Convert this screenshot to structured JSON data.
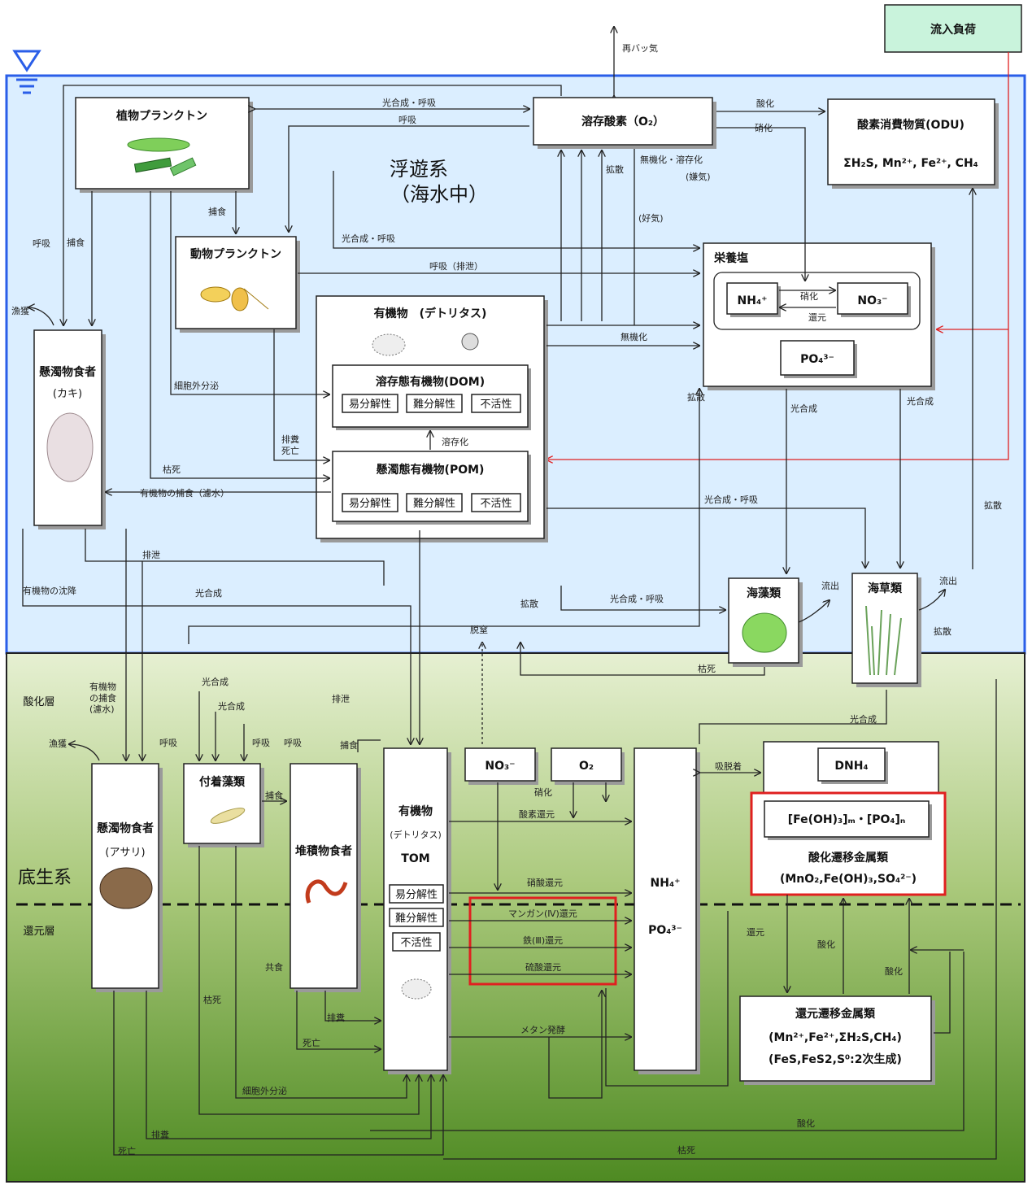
{
  "colors": {
    "water": "#dbeeff",
    "sediment_top": "#e6f0d2",
    "sediment_bottom": "#4e8a22",
    "water_border": "#2a5ee8",
    "highlight": "#e02020",
    "inflow_box": "#c9f3dc"
  },
  "labels": {
    "inflow": "流入負荷",
    "reaeration": "再バッ気",
    "pelagic": "浮遊系",
    "pelagic_sub": "（海水中）",
    "benthic": "底生系",
    "oxidized_layer": "酸化層",
    "reduced_layer": "還元層"
  },
  "boxes": {
    "phytoplankton": "植物プランクトン",
    "zooplankton": "動物プランクトン",
    "do": "溶存酸素（O₂）",
    "odu_title": "酸素消費物質(ODU)",
    "odu_species": "ΣH₂S, Mn²⁺, Fe²⁺, CH₄",
    "nutrients": "栄養塩",
    "nh4": "NH₄⁺",
    "no3": "NO₃⁻",
    "po4": "PO₄³⁻",
    "organic_detritus": "有機物　(デトリタス)",
    "dom": "溶存態有機物(DOM)",
    "pom": "懸濁態有機物(POM)",
    "labile": "易分解性",
    "refractory": "難分解性",
    "inert": "不活性",
    "suspension_feeder_w": "懸濁物食者",
    "oyster": "(カキ)",
    "seaweed": "海藻類",
    "seagrass": "海草類",
    "suspension_feeder_b": "懸濁物食者",
    "clam": "(アサリ)",
    "epiphytic_algae": "付着藻類",
    "deposit_feeder": "堆積物食者",
    "sed_organic": "有機物",
    "sed_detritus": "(デトリタス)",
    "tom": "TOM",
    "sed_no3": "NO₃⁻",
    "sed_o2": "O₂",
    "sed_nh4": "NH₄⁺",
    "sed_po4": "PO₄³⁻",
    "dnh4": "DNH₄",
    "fe_po4": "[Fe(OH)₃]ₘ・[PO₄]ₙ",
    "ox_metals": "酸化遷移金属類",
    "ox_metals_species": "(MnO₂,Fe(OH)₃,SO₄²⁻)",
    "red_metals": "還元遷移金属類",
    "red_metals_species": "(Mn²⁺,Fe²⁺,ΣH₂S,CH₄)",
    "red_metals_secondary": "(FeS,FeS2,S⁰:2次生成)"
  },
  "process_labels": {
    "photo_resp": "光合成・呼吸",
    "respiration": "呼吸",
    "oxidation": "酸化",
    "nitrification": "硝化",
    "diffusion": "拡散",
    "mineral_dissolve": "無機化・溶存化",
    "anaerobic": "(嫌気)",
    "aerobic": "(好気)",
    "predation": "捕食",
    "resp_excretion": "呼吸（排泄）",
    "mineralization": "無機化",
    "extracellular": "細胞外分泌",
    "feces_death": "排糞\n死亡",
    "dissolution": "溶存化",
    "dead": "枯死",
    "om_capture": "有機物の捕食（濾水）",
    "excretion": "排泄",
    "photosynthesis": "光合成",
    "om_settling": "有機物の沈降",
    "fishery": "漁獲",
    "outflow": "流出",
    "denitrification": "脱窒",
    "reduction": "還元",
    "adsorption": "吸脱着",
    "o2_reduction": "酸素還元",
    "no3_reduction": "硝酸還元",
    "mn_reduction": "マンガン(Ⅳ)還元",
    "fe_reduction": "鉄(Ⅲ)還元",
    "so4_reduction": "硫酸還元",
    "methane": "メタン発酵",
    "cannibal": "共食",
    "feces": "排糞",
    "death": "死亡",
    "om_capture_b": "有機物\nの捕食\n(濾水)"
  }
}
